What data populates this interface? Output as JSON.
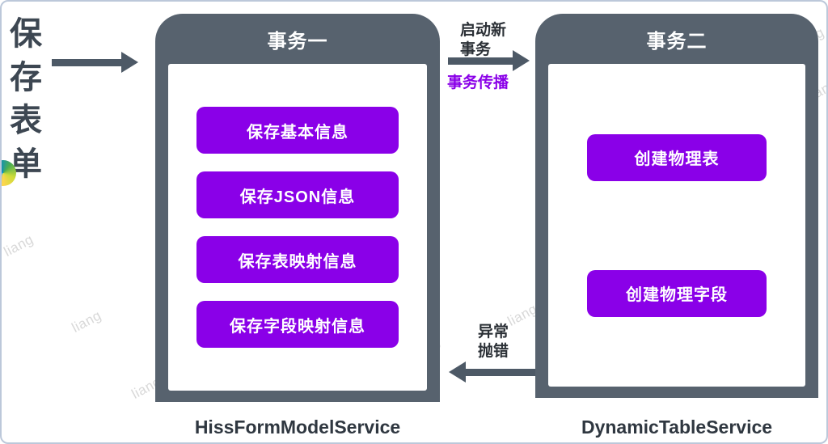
{
  "watermark": "liang",
  "left": {
    "label": "保存表单"
  },
  "flow": {
    "top_arrow_label": "启动新\n事务",
    "propagation_label": "事务传播",
    "bottom_arrow_label": "异常\n抛错"
  },
  "transaction1": {
    "title": "事务一",
    "steps": [
      "保存基本信息",
      "保存JSON信息",
      "保存表映射信息",
      "保存字段映射信息"
    ],
    "service": "HissFormModelService"
  },
  "transaction2": {
    "title": "事务二",
    "steps": [
      "创建物理表",
      "创建物理字段"
    ],
    "service": "DynamicTableService"
  },
  "colors": {
    "container": "#57626e",
    "button_purple": "#8a00e8",
    "propagation_text": "#8a00e8",
    "arrow": "#4d5966",
    "border": "#bcc8da"
  }
}
